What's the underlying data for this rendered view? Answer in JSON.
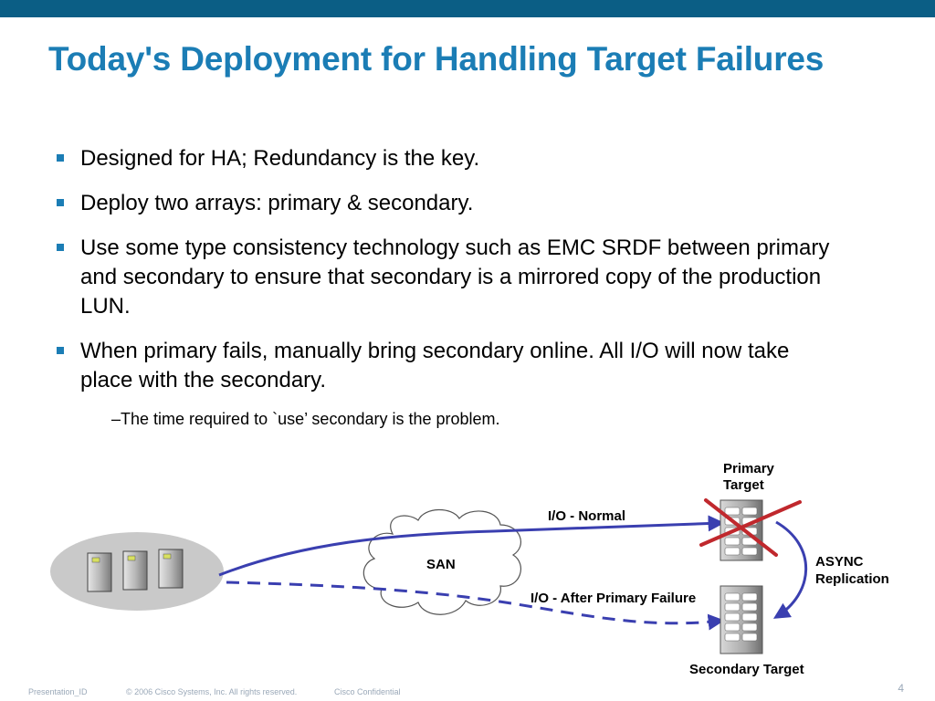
{
  "slide": {
    "title": "Today's Deployment for Handling Target Failures",
    "bullets": [
      "Designed for HA; Redundancy is the key.",
      "Deploy two arrays: primary & secondary.",
      "Use some type consistency technology such as EMC SRDF between primary and secondary to ensure that secondary is a mirrored copy of the production LUN.",
      "When primary fails, manually bring secondary online. All I/O will now take place with the secondary."
    ],
    "sub_bullet": "–The time required to `use’ secondary is the problem."
  },
  "diagram": {
    "san_label": "SAN",
    "io_normal_label": "I/O - Normal",
    "io_after_label": "I/O - After Primary Failure",
    "primary_label_line1": "Primary",
    "primary_label_line2": "Target",
    "secondary_label": "Secondary Target",
    "async_line1": "ASYNC",
    "async_line2": "Replication"
  },
  "footer": {
    "presentation_id": "Presentation_ID",
    "copyright": "© 2006 Cisco Systems, Inc. All rights reserved.",
    "confidential": "Cisco Confidential",
    "page_number": "4"
  },
  "colors": {
    "accent": "#1b7db5",
    "topbar": "#0b5e85",
    "line": "#3a3fb0",
    "cross": "#c0282d"
  }
}
